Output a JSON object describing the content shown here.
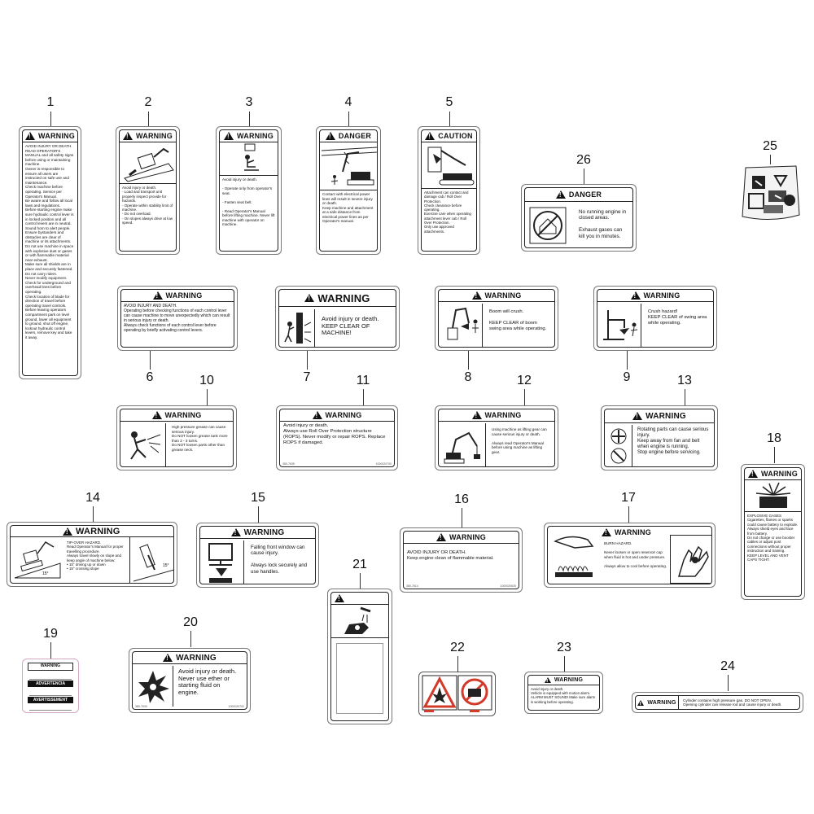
{
  "callouts": [
    "1",
    "2",
    "3",
    "4",
    "5",
    "6",
    "7",
    "8",
    "9",
    "10",
    "11",
    "12",
    "13",
    "14",
    "15",
    "16",
    "17",
    "18",
    "19",
    "20",
    "21",
    "22",
    "23",
    "24",
    "25",
    "26"
  ],
  "header_words": {
    "warning": "WARNING",
    "danger": "DANGER",
    "caution": "CAUTION",
    "advertencia": "ADVERTENCIA",
    "avertissement": "AVERTISSEMENT"
  },
  "decals": {
    "d1": {
      "lines": [
        "AVOID INJURY OR DEATH.",
        "READ OPERATOR'S MANUAL and all safety signs before using or maintaining machine.",
        "Owner is responsible to ensure all users are instructed on safe use and maintenance.",
        "Check machine before operating. Service per Operator's Manual.",
        "Be aware and follow all local laws and regulations.",
        "Before starting engine make sure hydraulic control lever is in locked position and all control levers are in neutral.",
        "Sound horn to alert people. Ensure bystanders and obstacles are clear of machine or its attachments.",
        "Do not use machine in space with explosive dust or gases or with flammable material near exhaust.",
        "Make sure all shields are in place and securely fastened.",
        "Do not carry riders.",
        "Never modify equipment.",
        "Check for underground and overhead lines before operating.",
        "Check location of blade for direction of travel before operating travel controls.",
        "Before leaving operators compartment park on level ground, lower all equipment to ground, shut off engine, lockout hydraulic control levers, remove key and take it away."
      ]
    },
    "d2": {
      "lines": [
        "Avoid injury or death.",
        "- Load and transport unit properly inspect provide for hazards.",
        "- Operate within stability limit of machine.",
        "- Do not overload.",
        "- On slopes always drive at low speed."
      ]
    },
    "d3": {
      "lines": [
        "Avoid injury or death.",
        "- Operate only from operator's seat.",
        "- Fasten seat belt.",
        "- Read Operator's Manual before lifting machine. Never lift machine with operator on machine."
      ]
    },
    "d4": {
      "lines": [
        "Contact with electrical power lines will result in severe injury or death.",
        "Keep machine and attachment at a safe distance from electrical power lines as per Operator's manual."
      ]
    },
    "d5": {
      "lines": [
        "Attachment can contact and damage cab / Roll Over Protection.",
        "Check clearance before operating.",
        "Exercise care when operating attachment lever cab / Roll Over Protection.",
        "Only use approved attachments."
      ]
    },
    "d6": {
      "title": "AVOID INJURY AND DEATH.",
      "lines": [
        "Operating before checking functions of each control lever can cause machine to move unexpectedly which can result in serious injury or death.",
        "Always check functions of each control lever before operating by briefly activating control levers."
      ]
    },
    "d7": {
      "lines": [
        "Avoid injury or death.",
        "KEEP CLEAR OF MACHINE!"
      ]
    },
    "d8": {
      "lines": [
        "Boom will crush.",
        "KEEP CLEAR of boom swing area while operating."
      ]
    },
    "d9": {
      "lines": [
        "Crush hazard!",
        "KEEP CLEAR of swing area while operating."
      ]
    },
    "d10": {
      "lines": [
        "High pressure grease can cause serious injury.",
        "Do NOT loosen grease tank more than 2 - 3 turns.",
        "Do NOT loosen parts other than grease neck."
      ]
    },
    "d11": {
      "lines": [
        "Avoid injury or death.",
        "Always use Roll Over Protection structure (ROPS). Never modify or repair ROPS. Replace ROPS if damaged."
      ],
      "codes": [
        "380-7635",
        "1000020700"
      ]
    },
    "d12": {
      "lines": [
        "Using machine as lifting gear can cause serious injury or death.",
        "Always read Operator's Manual before using machine as lifting gear."
      ]
    },
    "d13": {
      "lines": [
        "Rotating parts can cause serious injury.",
        "Keep away from fan and belt when engine is running.",
        "Stop engine before servicing."
      ]
    },
    "d14": {
      "lines": [
        "TIP-OVER HAZARD.",
        "Read Operator's Manual for proper travelling procedure.",
        "Always travel slowly on slope and keep angle of machine below:",
        "• 15° driving up or down",
        "• 15° crossing slope"
      ],
      "angles": [
        "15°",
        "15°"
      ]
    },
    "d15": {
      "lines": [
        "Falling front window can cause injury.",
        "Always lock securely and use handles."
      ]
    },
    "d16": {
      "lines": [
        "AVOID INJURY OR DEATH.",
        "Keep engine clean of flammable material."
      ],
      "codes": [
        "380-7614",
        "1000020625"
      ]
    },
    "d17": {
      "lines": [
        "BURN HAZARD.",
        "Never loosen or open reservoir cap when fluid is hot and under pressure.",
        "Always allow to cool before operating."
      ]
    },
    "d18": {
      "lines": [
        "EXPLOSIVE GASES",
        "Cigarettes, flames or sparks could cause battery to explode.",
        "Always shield eyes and face from battery.",
        "Do not charge or use booster cables or adjust post connections without proper instruction and training.",
        "KEEP LEVEL AND VENT CAPS TIGHT."
      ]
    },
    "d20": {
      "lines": [
        "Avoid injury or death.",
        "Never use ether or starting fluid on engine."
      ],
      "codes": [
        "380-7630",
        "1000020702"
      ]
    },
    "d23": {
      "lines": [
        "Avoid injury or death.",
        "Vehicle is equipped with motion alarm.",
        "ALARM MUST SOUND! Make sure alarm is working before operating."
      ]
    },
    "d24": {
      "lines": [
        "Cylinder contains high pressure gas. DO NOT OPEN.",
        "Opening cylinder can release rod and cause injury or death."
      ]
    },
    "d26": {
      "lines": [
        "No running engine in closed areas.",
        "Exhaust gases can kill you in minutes."
      ]
    }
  }
}
